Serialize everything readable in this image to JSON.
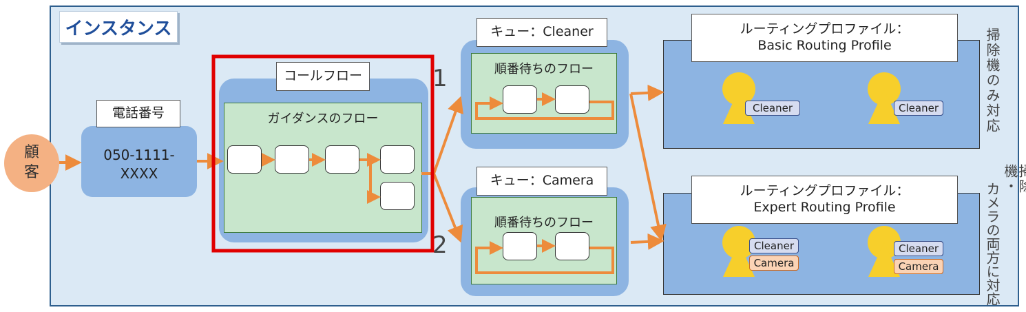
{
  "instance": {
    "title": "インスタンス"
  },
  "customer": {
    "label_line1": "顧",
    "label_line2": "客"
  },
  "phone": {
    "title": "電話番号",
    "number_line1": "050-1111-",
    "number_line2": "XXXX"
  },
  "contact_flow": {
    "title": "コールフロー",
    "guidance_title": "ガイダンスのフロー"
  },
  "branches": {
    "one": "1",
    "two": "2"
  },
  "queue_cleaner": {
    "title": "キュー：Cleaner",
    "flow_title": "順番待ちのフロー"
  },
  "queue_camera": {
    "title": "キュー：Camera",
    "flow_title": "順番待ちのフロー"
  },
  "profile_basic": {
    "title_line1": "ルーティングプロファイル：",
    "title_line2": "Basic Routing Profile",
    "agent1_tags": [
      "Cleaner"
    ],
    "agent2_tags": [
      "Cleaner"
    ],
    "side_note": "掃除機のみ対応"
  },
  "profile_expert": {
    "title_line1": "ルーティングプロファイル：",
    "title_line2": "Expert Routing Profile",
    "agent1_tags": [
      "Cleaner",
      "Camera"
    ],
    "agent2_tags": [
      "Cleaner",
      "Camera"
    ],
    "side_note_col1": "掃除機・",
    "side_note_col2": "カメラの両方に対応"
  },
  "colors": {
    "arrow": "#ed8b3b",
    "highlight": "#e00000",
    "agent": "#f7cf2b",
    "panel": "#8db4e2",
    "green": "#c8e6cc"
  }
}
